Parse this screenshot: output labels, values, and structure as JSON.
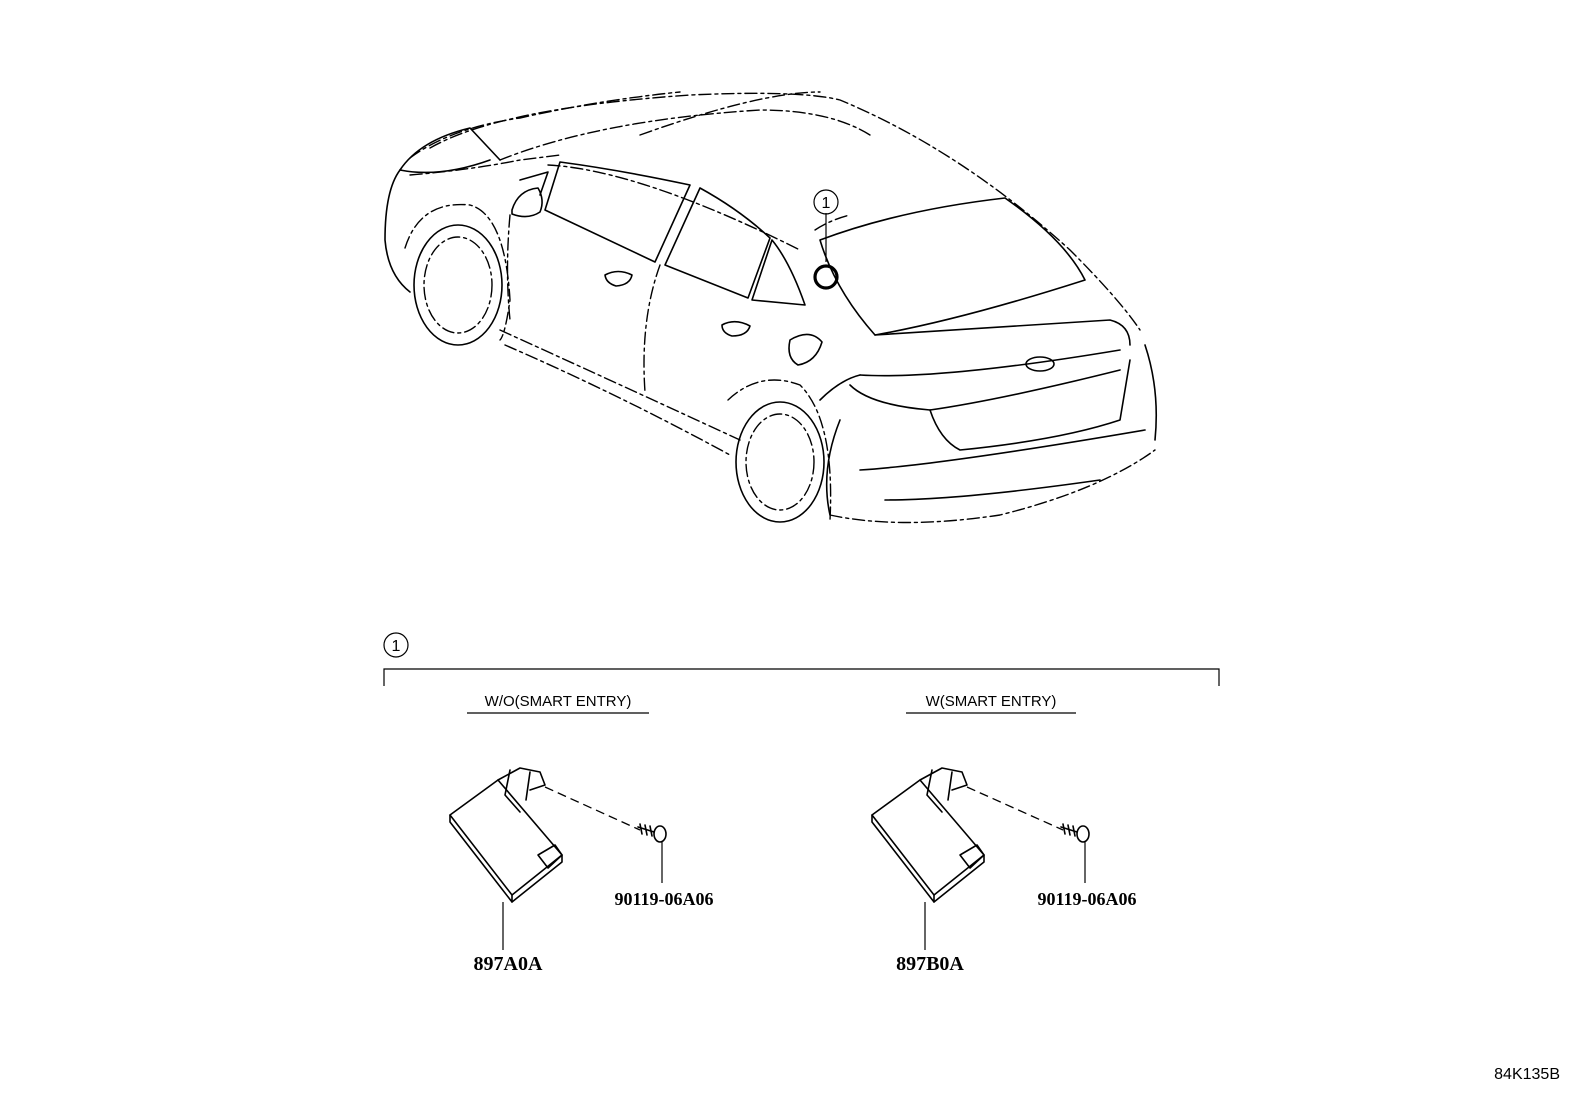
{
  "callout": {
    "number": "1"
  },
  "variants": [
    {
      "condition": "W/O(SMART ENTRY)",
      "module_part": "897A0A",
      "screw_part": "90119-06A06"
    },
    {
      "condition": "W(SMART ENTRY)",
      "module_part": "897B0A",
      "screw_part": "90119-06A06"
    }
  ],
  "drawing_code": "84K135B",
  "colors": {
    "line": "#000000",
    "background": "#ffffff"
  }
}
